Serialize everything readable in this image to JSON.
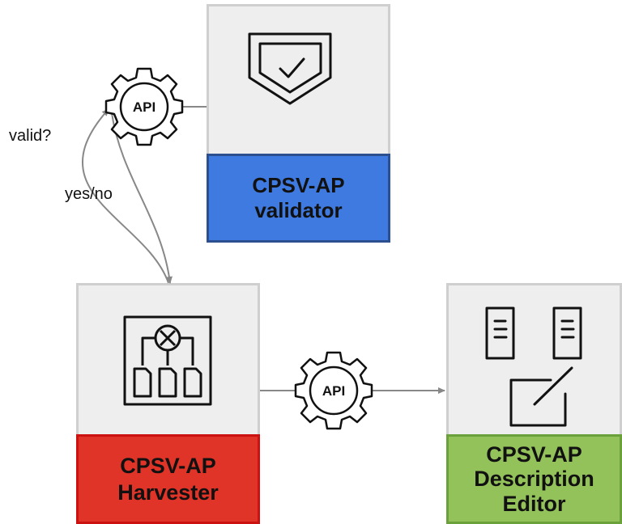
{
  "nodes": {
    "validator": {
      "label": "CPSV-AP\nvalidator",
      "color": "#3f7ae0",
      "border": "#2c4f8f"
    },
    "harvester": {
      "label": "CPSV-AP\nHarvester",
      "color": "#e03428",
      "border": "#cc1111"
    },
    "editor": {
      "label": "CPSV-AP\nDescription\nEditor",
      "color": "#93c15a",
      "border": "#6aa13a"
    }
  },
  "api_gears": {
    "top": {
      "text": "API"
    },
    "middle": {
      "text": "API"
    }
  },
  "edges": {
    "valid_label": "valid?",
    "yesno_label": "yes/no"
  },
  "icons": {
    "validator": "shield-check-icon",
    "harvester": "harvester-network-icon",
    "editor": "documents-edit-icon"
  },
  "colors": {
    "card_bg": "#eeeeee",
    "card_border": "#cfcfcf",
    "line": "#888888"
  }
}
